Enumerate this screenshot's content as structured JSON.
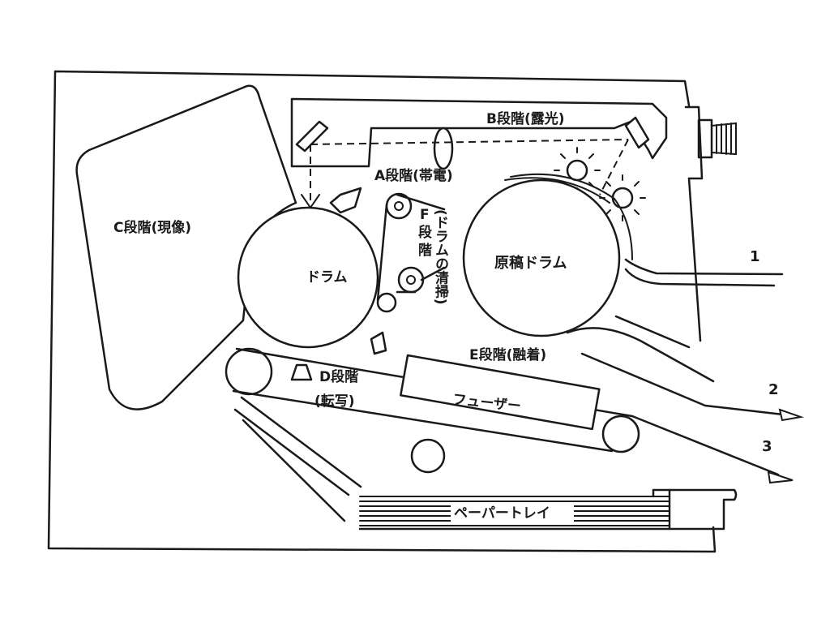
{
  "labels": {
    "stage_b": "B段階(露光)",
    "stage_a": "A段階(帯電)",
    "stage_c": "C段階(現像)",
    "stage_f_1": "F",
    "stage_f_2": "段",
    "stage_f_3": "階",
    "stage_f_clean": "(ドラムの清掃)",
    "drum": "ドラム",
    "original_drum": "原稿ドラム",
    "stage_e": "E段階(融着)",
    "stage_d": "D段階",
    "stage_d_sub": "(転写)",
    "fuser": "フューザー",
    "paper_tray": "ペーパートレイ",
    "output_1": "1",
    "output_2": "2",
    "output_3": "3"
  }
}
